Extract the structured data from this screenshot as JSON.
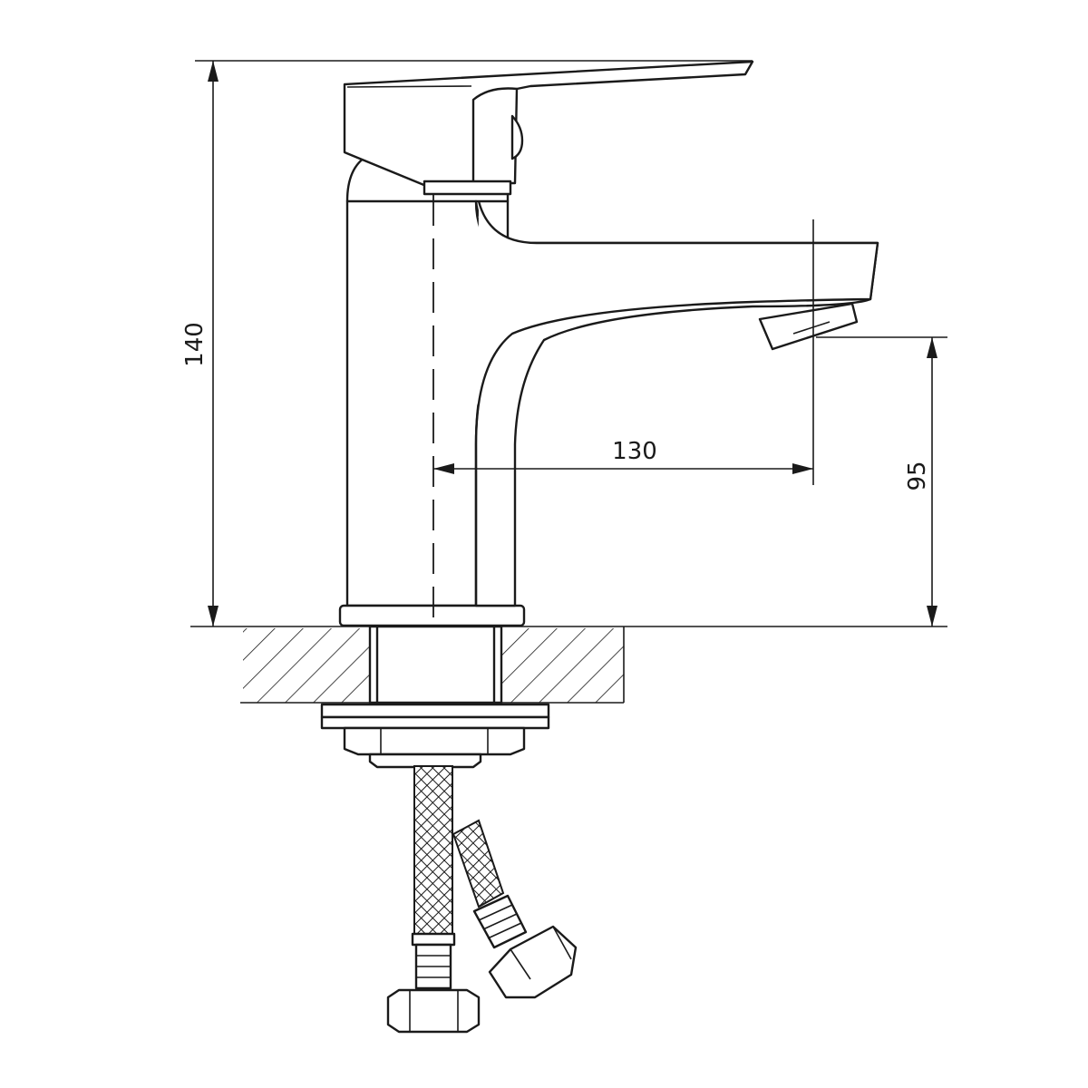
{
  "dimensions": {
    "height_total": "140",
    "reach": "130",
    "spout_height": "95"
  },
  "colors": {
    "line": "#1a1a1a",
    "background": "#ffffff"
  }
}
